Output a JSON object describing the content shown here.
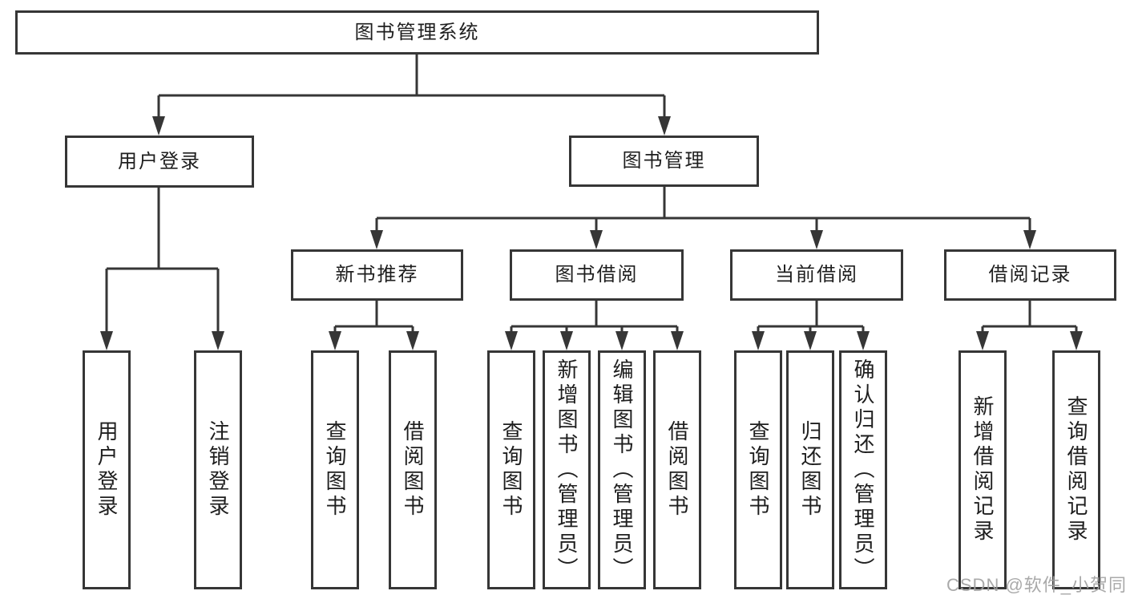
{
  "tree": {
    "root": {
      "label": "图书管理系统"
    },
    "level2": [
      {
        "label": "用户登录",
        "leaves": [
          {
            "label": "用户登录"
          },
          {
            "label": "注销登录"
          }
        ]
      },
      {
        "label": "图书管理",
        "groups": [
          {
            "label": "新书推荐",
            "leaves": [
              {
                "label": "查询图书"
              },
              {
                "label": "借阅图书"
              }
            ]
          },
          {
            "label": "图书借阅",
            "leaves": [
              {
                "label": "查询图书"
              },
              {
                "label": "新增图书（管理员）"
              },
              {
                "label": "编辑图书（管理员）"
              },
              {
                "label": "借阅图书"
              }
            ]
          },
          {
            "label": "当前借阅",
            "leaves": [
              {
                "label": "查询图书"
              },
              {
                "label": "归还图书"
              },
              {
                "label": "确认归还（管理员）"
              }
            ]
          },
          {
            "label": "借阅记录",
            "leaves": [
              {
                "label": "新增借阅记录"
              },
              {
                "label": "查询借阅记录"
              }
            ]
          }
        ]
      }
    ]
  },
  "watermark": {
    "text": "CSDN @软件_小贺同学"
  },
  "colors": {
    "line": "#363636",
    "box_border": "#363636",
    "text": "#1e1e1e",
    "watermark": "#a0a0a0",
    "background": "#ffffff"
  }
}
